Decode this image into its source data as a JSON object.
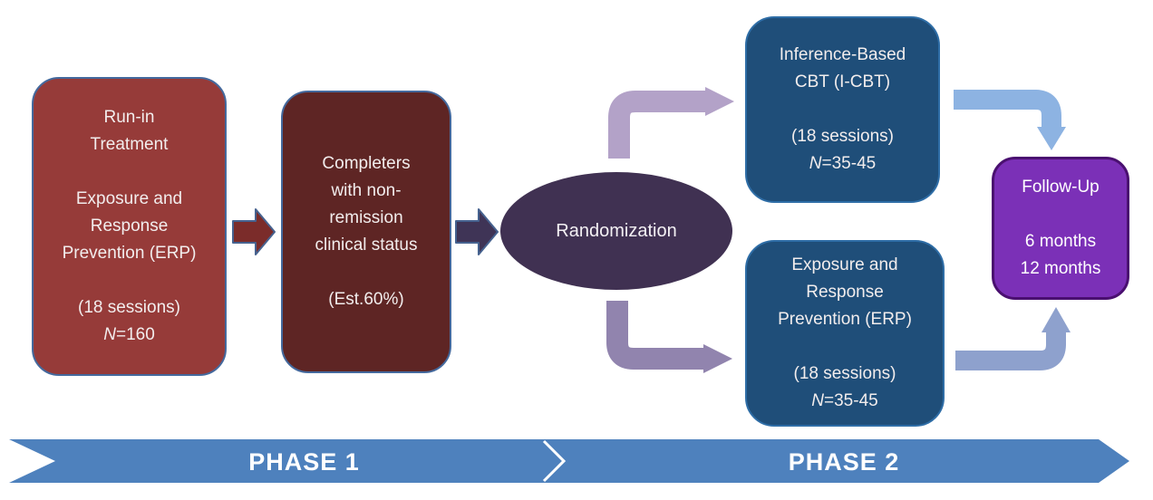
{
  "colors": {
    "run-in-fill": "#963B39",
    "completers-fill": "#5E2524",
    "maroon-border": "#44699D",
    "arm-fill": "#1F4E79",
    "arm-border": "#2E6DA6",
    "followup-fill": "#7B30B7",
    "followup-border": "#4A1070",
    "randomization-fill": "#403152",
    "banner-fill": "#4E81BD",
    "arrow-dark-red": "#7B2C2A",
    "arrow-dark-purple": "#3F3456",
    "arrow-block-border": "#46628F",
    "elbow-light-purple": "#B3A2C8",
    "elbow-gray-purple": "#9184AE",
    "elbow-light-blue": "#8DB3E2",
    "elbow-slate-blue": "#8EA1CD",
    "text-light": "#F2EDED"
  },
  "phase1": {
    "banner_label": "PHASE 1",
    "run_in_box": {
      "lines": [
        "Run-in",
        "Treatment",
        "",
        "Exposure and",
        "Response",
        "Prevention (ERP)",
        "",
        "(18 sessions)",
        {
          "text": "N=160",
          "class": "nline"
        }
      ]
    },
    "completers_box": {
      "lines": [
        "Completers",
        "with non-",
        "remission",
        "clinical status",
        "",
        "(Est.60%)"
      ]
    }
  },
  "randomization_label": "Randomization",
  "phase2": {
    "banner_label": "PHASE 2",
    "icbt_box": {
      "lines": [
        "Inference-Based",
        "CBT (I-CBT)",
        "",
        "(18 sessions)",
        {
          "text": "N=35-45",
          "class": "nline"
        }
      ]
    },
    "erp_box": {
      "lines": [
        "Exposure and",
        "Response",
        "Prevention (ERP)",
        "",
        "(18 sessions)",
        {
          "text": "N=35-45",
          "class": "nline"
        }
      ]
    },
    "followup_box": {
      "lines": [
        "Follow-Up",
        "",
        "6 months",
        "12 months"
      ]
    }
  }
}
